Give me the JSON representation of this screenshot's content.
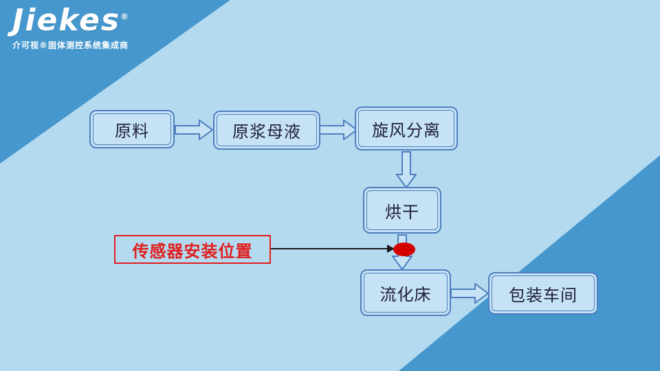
{
  "brand": {
    "logo": "Jiekes",
    "registered": "®",
    "tagline": "介可视®固体测控系统集成商"
  },
  "flowchart": {
    "nodes": [
      {
        "id": "raw-material",
        "label": "原料"
      },
      {
        "id": "slurry-mother-liquor",
        "label": "原浆母液"
      },
      {
        "id": "cyclone-separation",
        "label": "旋风分离"
      },
      {
        "id": "drying",
        "label": "烘干"
      },
      {
        "id": "fluidized-bed",
        "label": "流化床"
      },
      {
        "id": "packing-workshop",
        "label": "包装车间"
      }
    ],
    "annotation": {
      "label": "传感器安装位置",
      "marker": "red-ellipse-sensor-position"
    }
  },
  "colors": {
    "bg": "#b4daef",
    "corner": "#4597cd",
    "border": "#4d7ec0",
    "fill": "#c6e3f5",
    "text": "#20203a",
    "red": "#e11d1d",
    "dot": "#d40000",
    "line": "#1a1a1a"
  }
}
